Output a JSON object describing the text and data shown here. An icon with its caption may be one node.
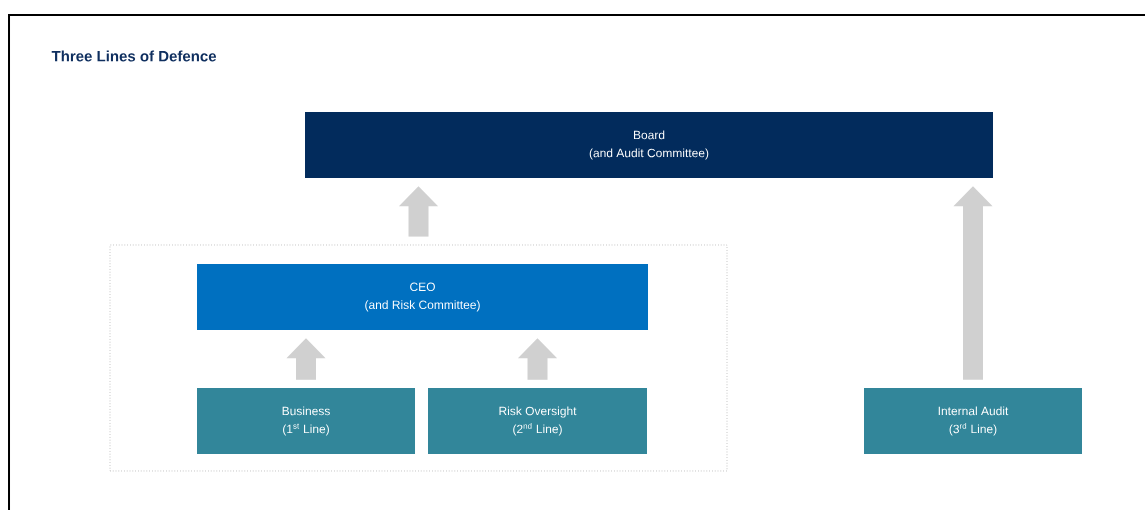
{
  "diagram": {
    "title": "Three Lines of Defence",
    "nodes": [
      {
        "text": [
          "Board",
          "(and Audit Committee)"
        ]
      },
      {
        "text": [],
        "shape": "box"
      },
      {
        "text": [
          "CEO",
          "(and Risk Committee)"
        ],
        "in": 1
      },
      {
        "text": [
          "Business",
          "(1$^{st}$ Line)"
        ],
        "in": 1
      },
      {
        "text": [
          "Risk Oversight",
          "(2$^{nd}$ Line)"
        ],
        "in": 1
      },
      {
        "text": [
          "Internal Audit",
          "(3$^{rd}$ Line)"
        ]
      }
    ],
    "edges": [
      {
        "from": 1,
        "to": 0,
        "arrow": "to"
      },
      {
        "from": 3,
        "to": 2,
        "arrow": "to"
      },
      {
        "from": 4,
        "to": 2,
        "arrow": "to"
      },
      {
        "from": 5,
        "to": 0,
        "arrow": "to"
      }
    ]
  }
}
